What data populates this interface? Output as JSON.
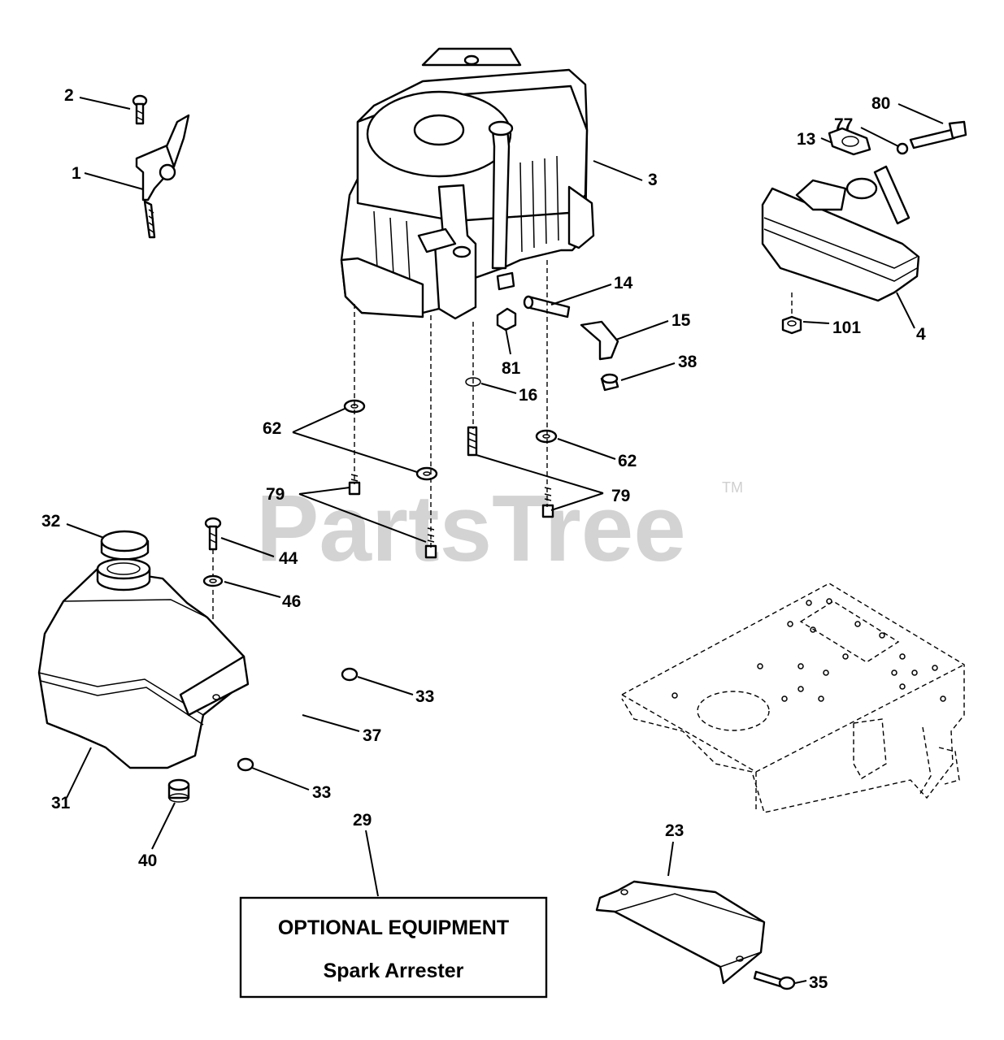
{
  "watermark": {
    "text": "PartsTree",
    "tm": "TM"
  },
  "optional_box": {
    "title": "OPTIONAL EQUIPMENT",
    "subtitle": "Spark Arrester"
  },
  "callouts": {
    "c1": "1",
    "c2": "2",
    "c3": "3",
    "c4": "4",
    "c13": "13",
    "c14": "14",
    "c15": "15",
    "c16": "16",
    "c23": "23",
    "c29": "29",
    "c31": "31",
    "c32": "32",
    "c33a": "33",
    "c33b": "33",
    "c35": "35",
    "c37": "37",
    "c38": "38",
    "c40": "40",
    "c44": "44",
    "c46": "46",
    "c62a": "62",
    "c62b": "62",
    "c77": "77",
    "c79a": "79",
    "c79b": "79",
    "c80": "80",
    "c81": "81",
    "c101": "101"
  }
}
